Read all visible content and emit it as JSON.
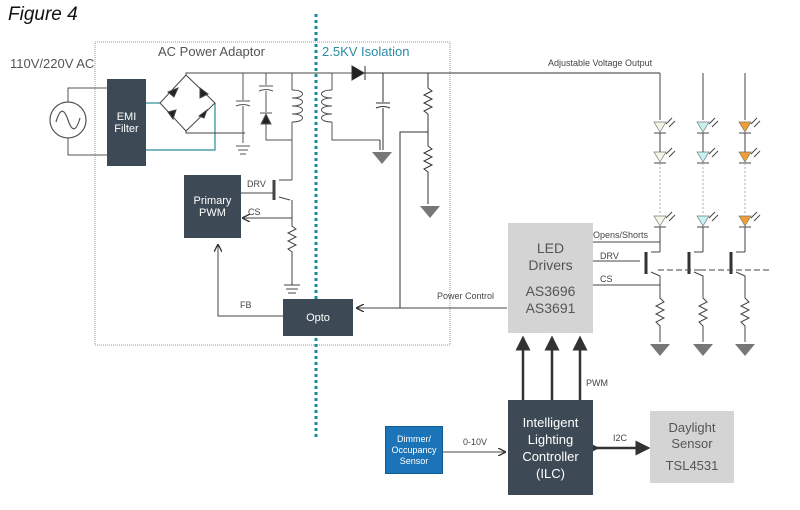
{
  "figure": {
    "title": "Figure 4"
  },
  "labels": {
    "ac_input": "110V/220V  AC",
    "ac_power_adaptor": "AC Power Adaptor",
    "isolation": "2.5KV Isolation",
    "adjustable_output": "Adjustable Voltage Output",
    "primary_drv": "DRV",
    "primary_cs": "CS",
    "fb": "FB",
    "power_control": "Power Control",
    "opens_shorts": "Opens/Shorts",
    "led_drv": "DRV",
    "led_cs": "CS",
    "pwm": "PWM",
    "zero_ten_v": "0-10V",
    "i2c": "I2C"
  },
  "blocks": {
    "emi_filter": {
      "line1": "EMI",
      "line2": "Filter"
    },
    "primary_pwm": {
      "line1": "Primary",
      "line2": "PWM"
    },
    "opto": {
      "line1": "Opto"
    },
    "led_drivers": {
      "line1": "LED",
      "line2": "Drivers",
      "line3": "AS3696",
      "line4": "AS3691"
    },
    "ilc": {
      "line1": "Intelligent",
      "line2": "Lighting",
      "line3": "Controller",
      "line4": "(ILC)"
    },
    "daylight_sensor": {
      "line1": "Daylight",
      "line2": "Sensor",
      "line3": "TSL4531"
    },
    "dimmer_sensor": {
      "line1": "Dimmer/",
      "line2": "Occupancy",
      "line3": "Sensor"
    }
  },
  "colors": {
    "dark_block": "#3d4a56",
    "grey_block": "#d4d4d4",
    "blue_block": "#1b73b8",
    "isolation_line": "#1a8a9a",
    "led_white": "#f5f5e6",
    "led_cyan": "#bff0f0",
    "led_orange": "#f0a030"
  },
  "led_strings": [
    {
      "name": "white",
      "color": "#f5f5e6"
    },
    {
      "name": "cyan",
      "color": "#c6f2f2"
    },
    {
      "name": "orange",
      "color": "#f0a030"
    }
  ]
}
